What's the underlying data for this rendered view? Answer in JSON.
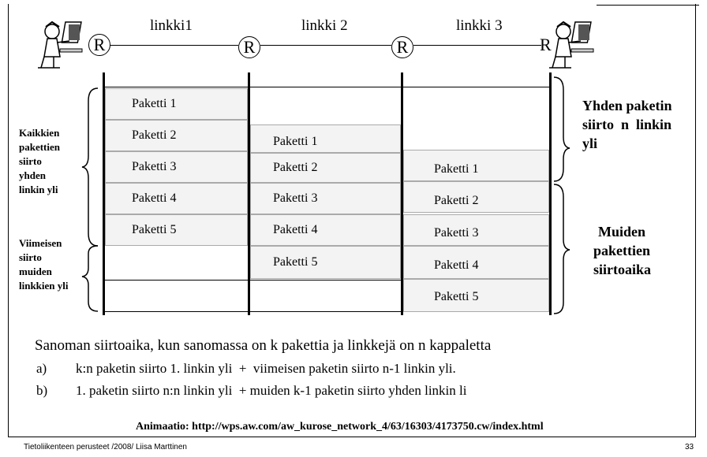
{
  "links": [
    "linkki1",
    "linkki 2",
    "linkki 3"
  ],
  "router_label": "R",
  "columns": [
    {
      "cells": [
        "Paketti 1",
        "Paketti 2",
        "Paketti 3",
        "Paketti 4",
        "Paketti 5"
      ]
    },
    {
      "cells": [
        "Paketti 1",
        "Paketti 2",
        "Paketti 3",
        "Paketti 4",
        "Paketti 5"
      ]
    },
    {
      "cells": [
        "Paketti 1",
        "Paketti 2",
        "Paketti 3",
        "Paketti 4",
        "Paketti 5"
      ]
    }
  ],
  "left_labels": {
    "all_packets": [
      "Kaikkien",
      "pakettien",
      "siirto",
      "yhden",
      "linkin yli"
    ],
    "last_packet": [
      "Viimeisen",
      "siirto",
      "muiden",
      "linkkien yli"
    ]
  },
  "right_labels": {
    "one_packet": [
      "Yhden paketin",
      "siirto  n  linkin",
      "yli"
    ],
    "other_packets": [
      "Muiden",
      "pakettien",
      "siirtoaika"
    ]
  },
  "bottom": {
    "intro": "Sanoman siirtoaika, kun sanomassa on k pakettia ja linkkejä on n kappaletta",
    "items": [
      {
        "marker": "a)",
        "text": "k:n paketin siirto 1. linkin yli  +  viimeisen paketin siirto n-1 linkin yli."
      },
      {
        "marker": "b)",
        "text": "1. paketin siirto n:n linkin yli  + muiden k-1 paketin siirto yhden linkin li"
      }
    ],
    "animation": "Animaatio: http://wps.aw.com/aw_kurose_network_4/63/16303/4173750.cw/index.html"
  },
  "footer": {
    "left": "Tietoliikenteen perusteet /2008/  Liisa Marttinen",
    "page": "33"
  }
}
